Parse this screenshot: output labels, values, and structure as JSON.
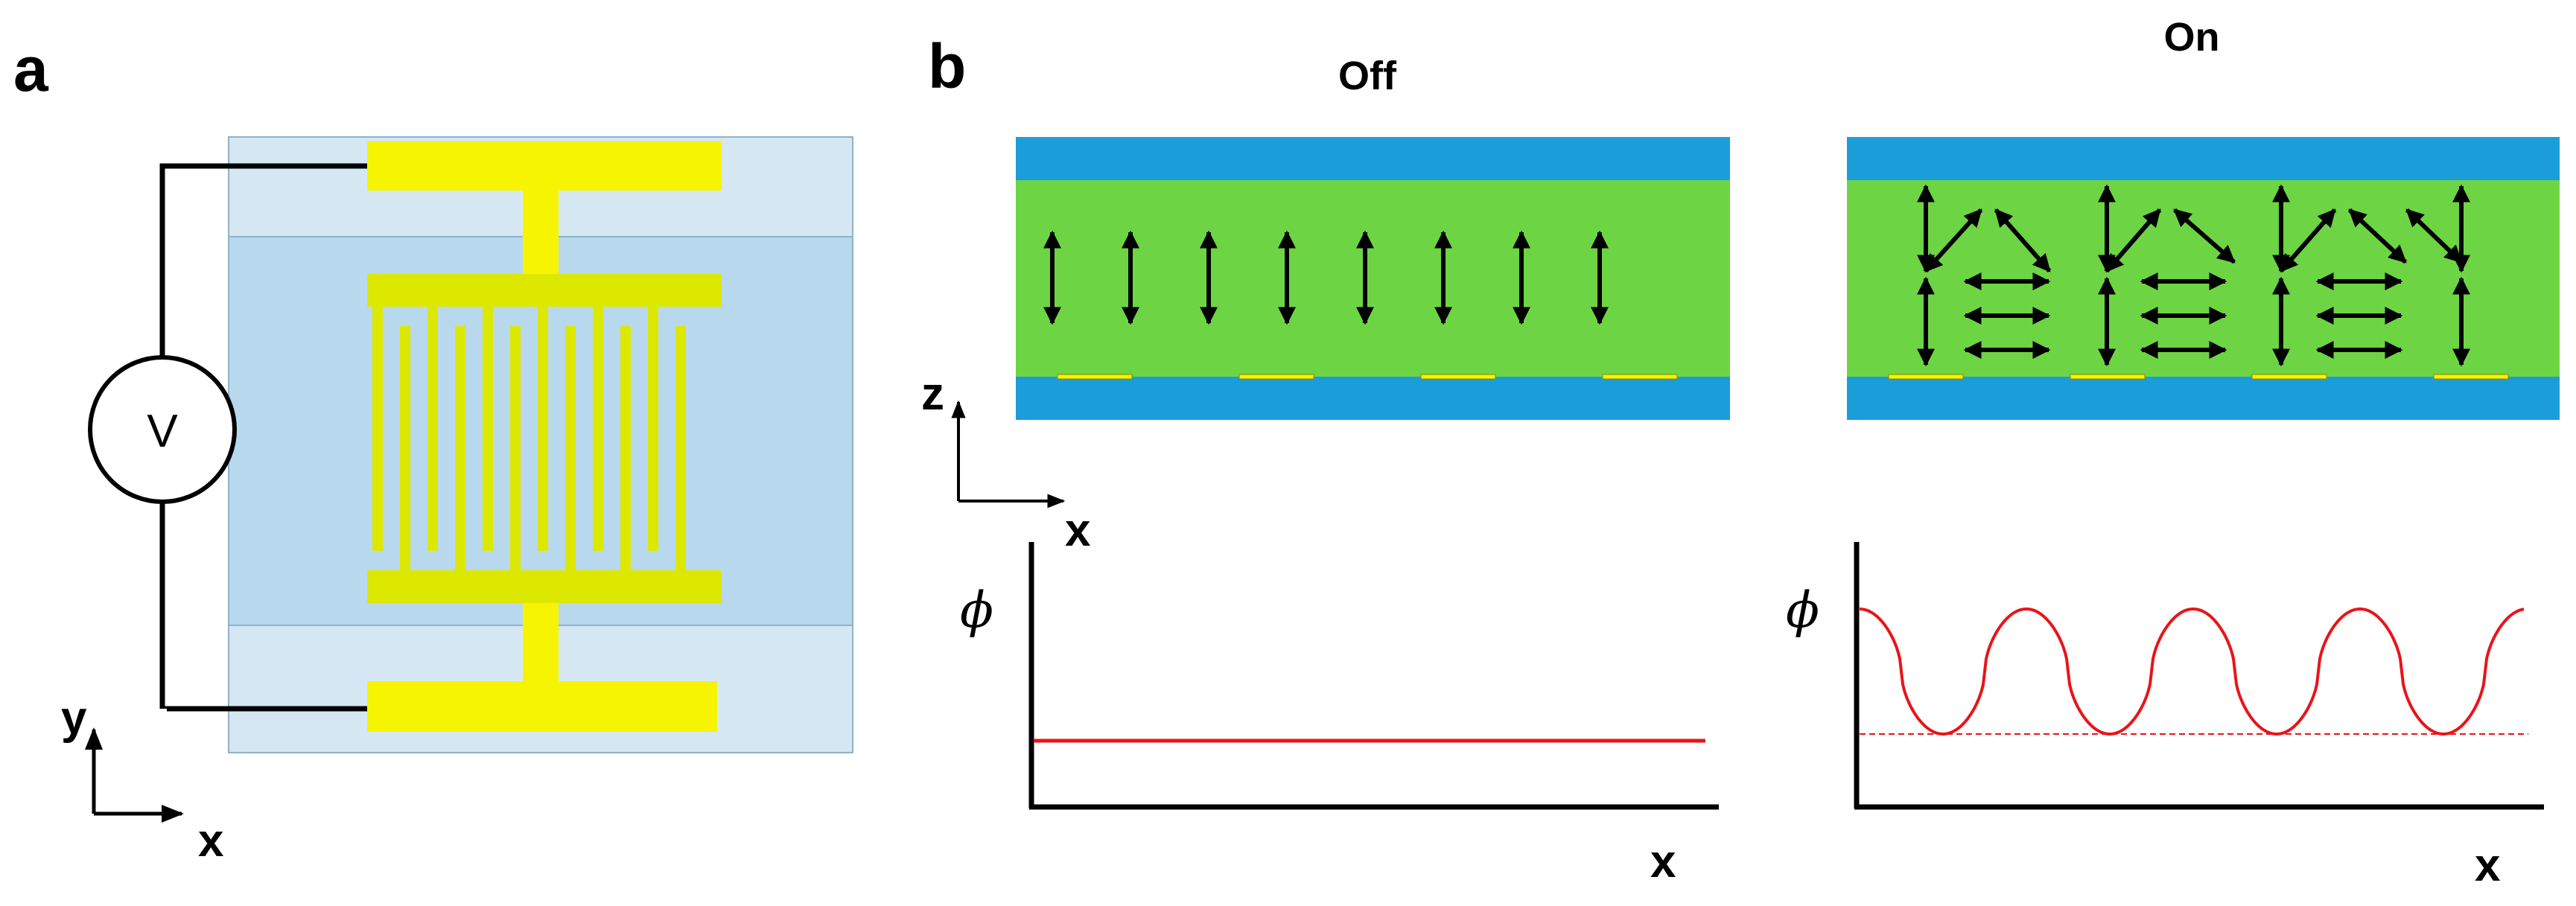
{
  "panels": {
    "a": {
      "letter": "a",
      "source_label": "V",
      "axes": {
        "vertical": "y",
        "horizontal": "x"
      }
    },
    "b": {
      "letter": "b",
      "states": [
        {
          "title": "Off",
          "profile_label": "ϕ",
          "profile_x_label": "x",
          "profile": "flat"
        },
        {
          "title": "On",
          "profile_label": "ϕ",
          "profile_x_label": "x",
          "profile": "periodic"
        }
      ],
      "axes": {
        "vertical": "z",
        "horizontal": "x"
      }
    }
  },
  "colors": {
    "substrate_light": "#d6e7f4",
    "substrate_mid": "#b8d8ee",
    "electrode": "#f6f400",
    "electrode_fingers": "#dde800",
    "glass": "#1b9dd9",
    "liquid_crystal": "#6dd544",
    "curve": "#e8141a"
  }
}
